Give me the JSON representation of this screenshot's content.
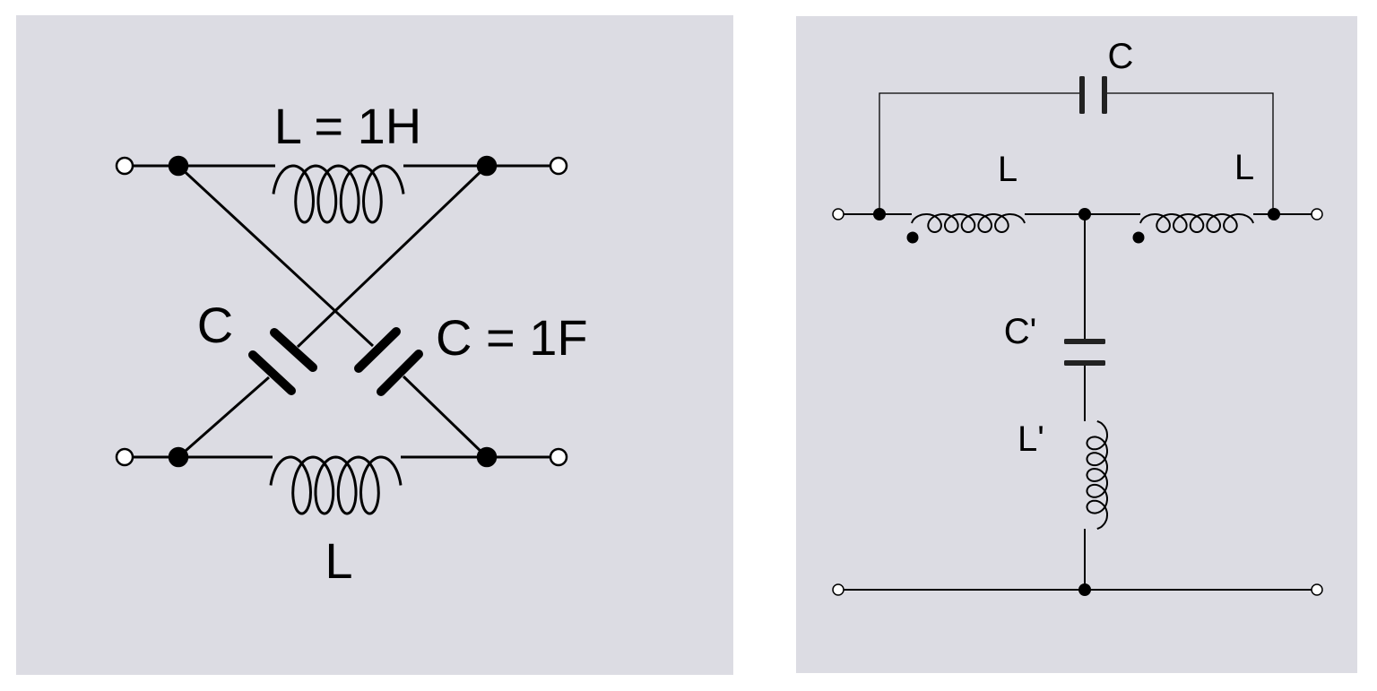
{
  "colors": {
    "panel": "#dcdce3",
    "ink": "#000000"
  },
  "left_circuit": {
    "top_inductor_label": "L = 1H",
    "left_capacitor_label": "C",
    "right_capacitor_label": "C = 1F",
    "bottom_inductor_label": "L"
  },
  "right_circuit": {
    "bridging_capacitor_label": "C",
    "left_inductor_label": "L",
    "right_inductor_label": "L",
    "shunt_capacitor_label": "C'",
    "shunt_inductor_label": "L'"
  }
}
